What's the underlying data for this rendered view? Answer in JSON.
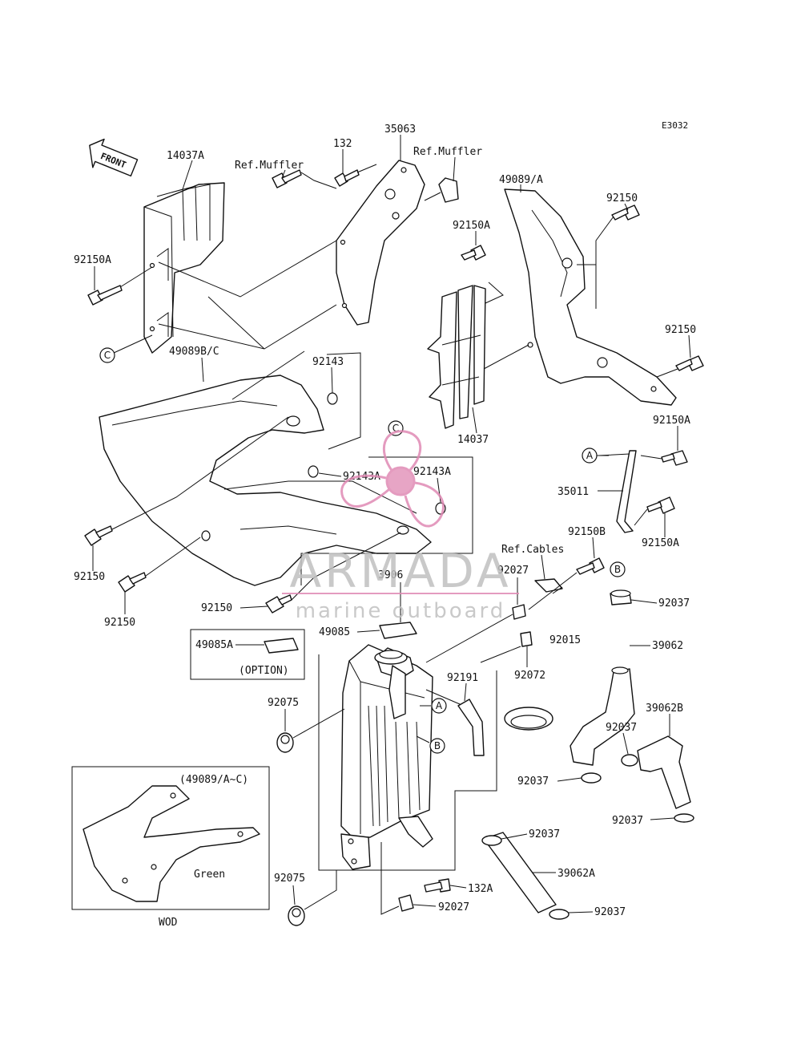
{
  "diagram_code": "E3032",
  "front_label": "FRONT",
  "option_label": "(OPTION)",
  "inset": {
    "title": "(49089/A~C)",
    "color_label": "Green",
    "variant_label": "WOD"
  },
  "watermark": {
    "brand": "ARMADA",
    "tagline": "marine outboard",
    "color": "#e08ab4"
  },
  "labels": {
    "p14037A": "14037A",
    "refMuffler1": "Ref.Muffler",
    "p132": "132",
    "p35063": "35063",
    "refMuffler2": "Ref.Muffler",
    "p49089A": "49089/A",
    "p92150_tr": "92150",
    "p92150A_l": "92150A",
    "p92150A_m": "92150A",
    "p92150_r2": "92150",
    "p49089BC": "49089B/C",
    "p92143": "92143",
    "p14037": "14037",
    "p92150A_r3": "92150A",
    "p92143A_1": "92143A",
    "p92143A_2": "92143A",
    "p35011": "35011",
    "p92150A_r4": "92150A",
    "p92150B": "92150B",
    "refCables": "Ref.Cables",
    "p92150_l1": "92150",
    "p92027_t": "92027",
    "p3906": "3906",
    "p92150_l2": "92150",
    "p92150_l3": "92150",
    "p92037_r1": "92037",
    "p49085": "49085",
    "p92015": "92015",
    "p39062": "39062",
    "p49085A": "49085A",
    "p92191": "92191",
    "p92072": "92072",
    "p92075_1": "92075",
    "p39062B": "39062B",
    "p92037_r2": "92037",
    "p92037_r3": "92037",
    "p92037_r4": "92037",
    "p92037_r5": "92037",
    "p39062A": "39062A",
    "p92075_2": "92075",
    "p132A": "132A",
    "p92027_b": "92027",
    "p92037_r6": "92037"
  },
  "callouts": [
    "A",
    "B",
    "C"
  ]
}
